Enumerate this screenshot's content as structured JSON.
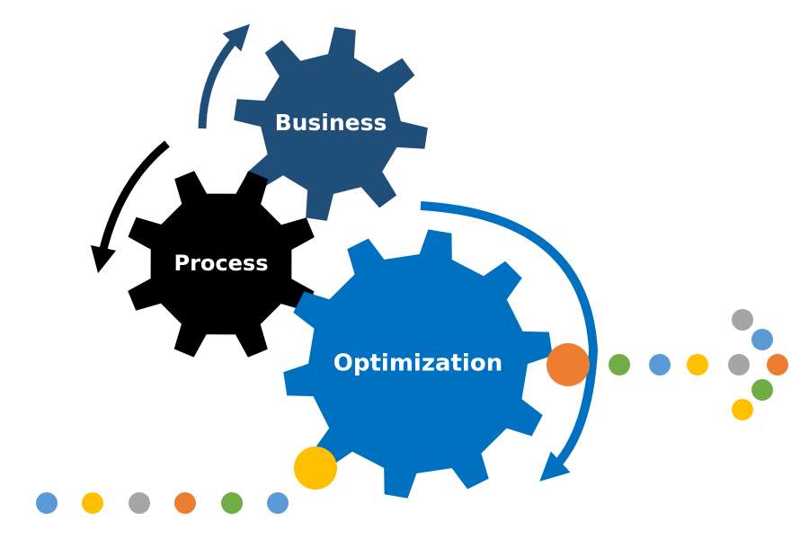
{
  "gears": {
    "business": {
      "label": "Business",
      "color": "#1F4E79"
    },
    "process": {
      "label": "Process",
      "color": "#000000"
    },
    "optimization": {
      "label": "Optimization",
      "color": "#0070C0"
    }
  },
  "arrows": {
    "business_arrow_color": "#1F4E79",
    "process_arrow_color": "#000000",
    "optimization_arrow_color": "#0070C0"
  },
  "dot_palette": {
    "blue": "#5B9BD5",
    "yellow": "#FFC000",
    "gray": "#A5A5A5",
    "orange": "#ED7D31",
    "green": "#70AD47"
  },
  "dot_sequences": {
    "bottom_trail": [
      "blue",
      "yellow",
      "gray",
      "orange",
      "green",
      "blue",
      "yellow"
    ],
    "right_trail": [
      "orange",
      "green",
      "blue",
      "yellow",
      "gray",
      "orange"
    ],
    "arrowhead_upper": [
      "blue",
      "gray"
    ],
    "arrowhead_lower": [
      "green",
      "yellow"
    ]
  }
}
